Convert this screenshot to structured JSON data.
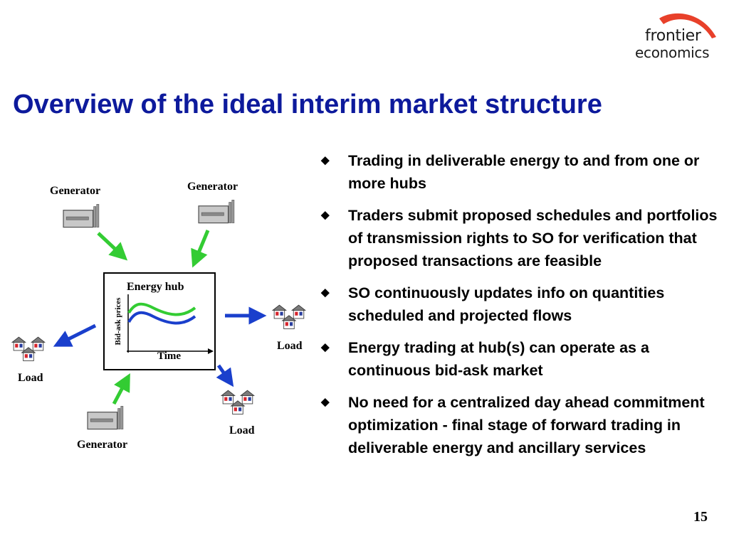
{
  "logo": {
    "line1": "frontier",
    "line2": "economics",
    "accent_color": "#e8402a"
  },
  "title": "Overview of the ideal interim market structure",
  "diagram": {
    "generators": [
      "Generator",
      "Generator",
      "Generator"
    ],
    "loads": [
      "Load",
      "Load",
      "Load"
    ],
    "hub": {
      "title": "Energy hub",
      "ylabel": "Bid-ask prices",
      "xlabel": "Time"
    },
    "colors": {
      "supply_arrow": "#33cc33",
      "demand_arrow": "#1a3fcc",
      "ask_curve": "#33cc33",
      "bid_curve": "#1a3fcc"
    }
  },
  "bullets": [
    "Trading in deliverable energy to and from one or more hubs",
    "Traders submit proposed schedules and portfolios of transmission rights to SO for verification that proposed transactions are feasible",
    "SO continuously updates info on quantities scheduled and projected flows",
    "Energy trading at hub(s) can operate as a continuous bid-ask market",
    "No need for a centralized day ahead commitment optimization - final stage of forward trading in deliverable energy and ancillary services"
  ],
  "bullet_marker": "◆",
  "page_number": "15"
}
